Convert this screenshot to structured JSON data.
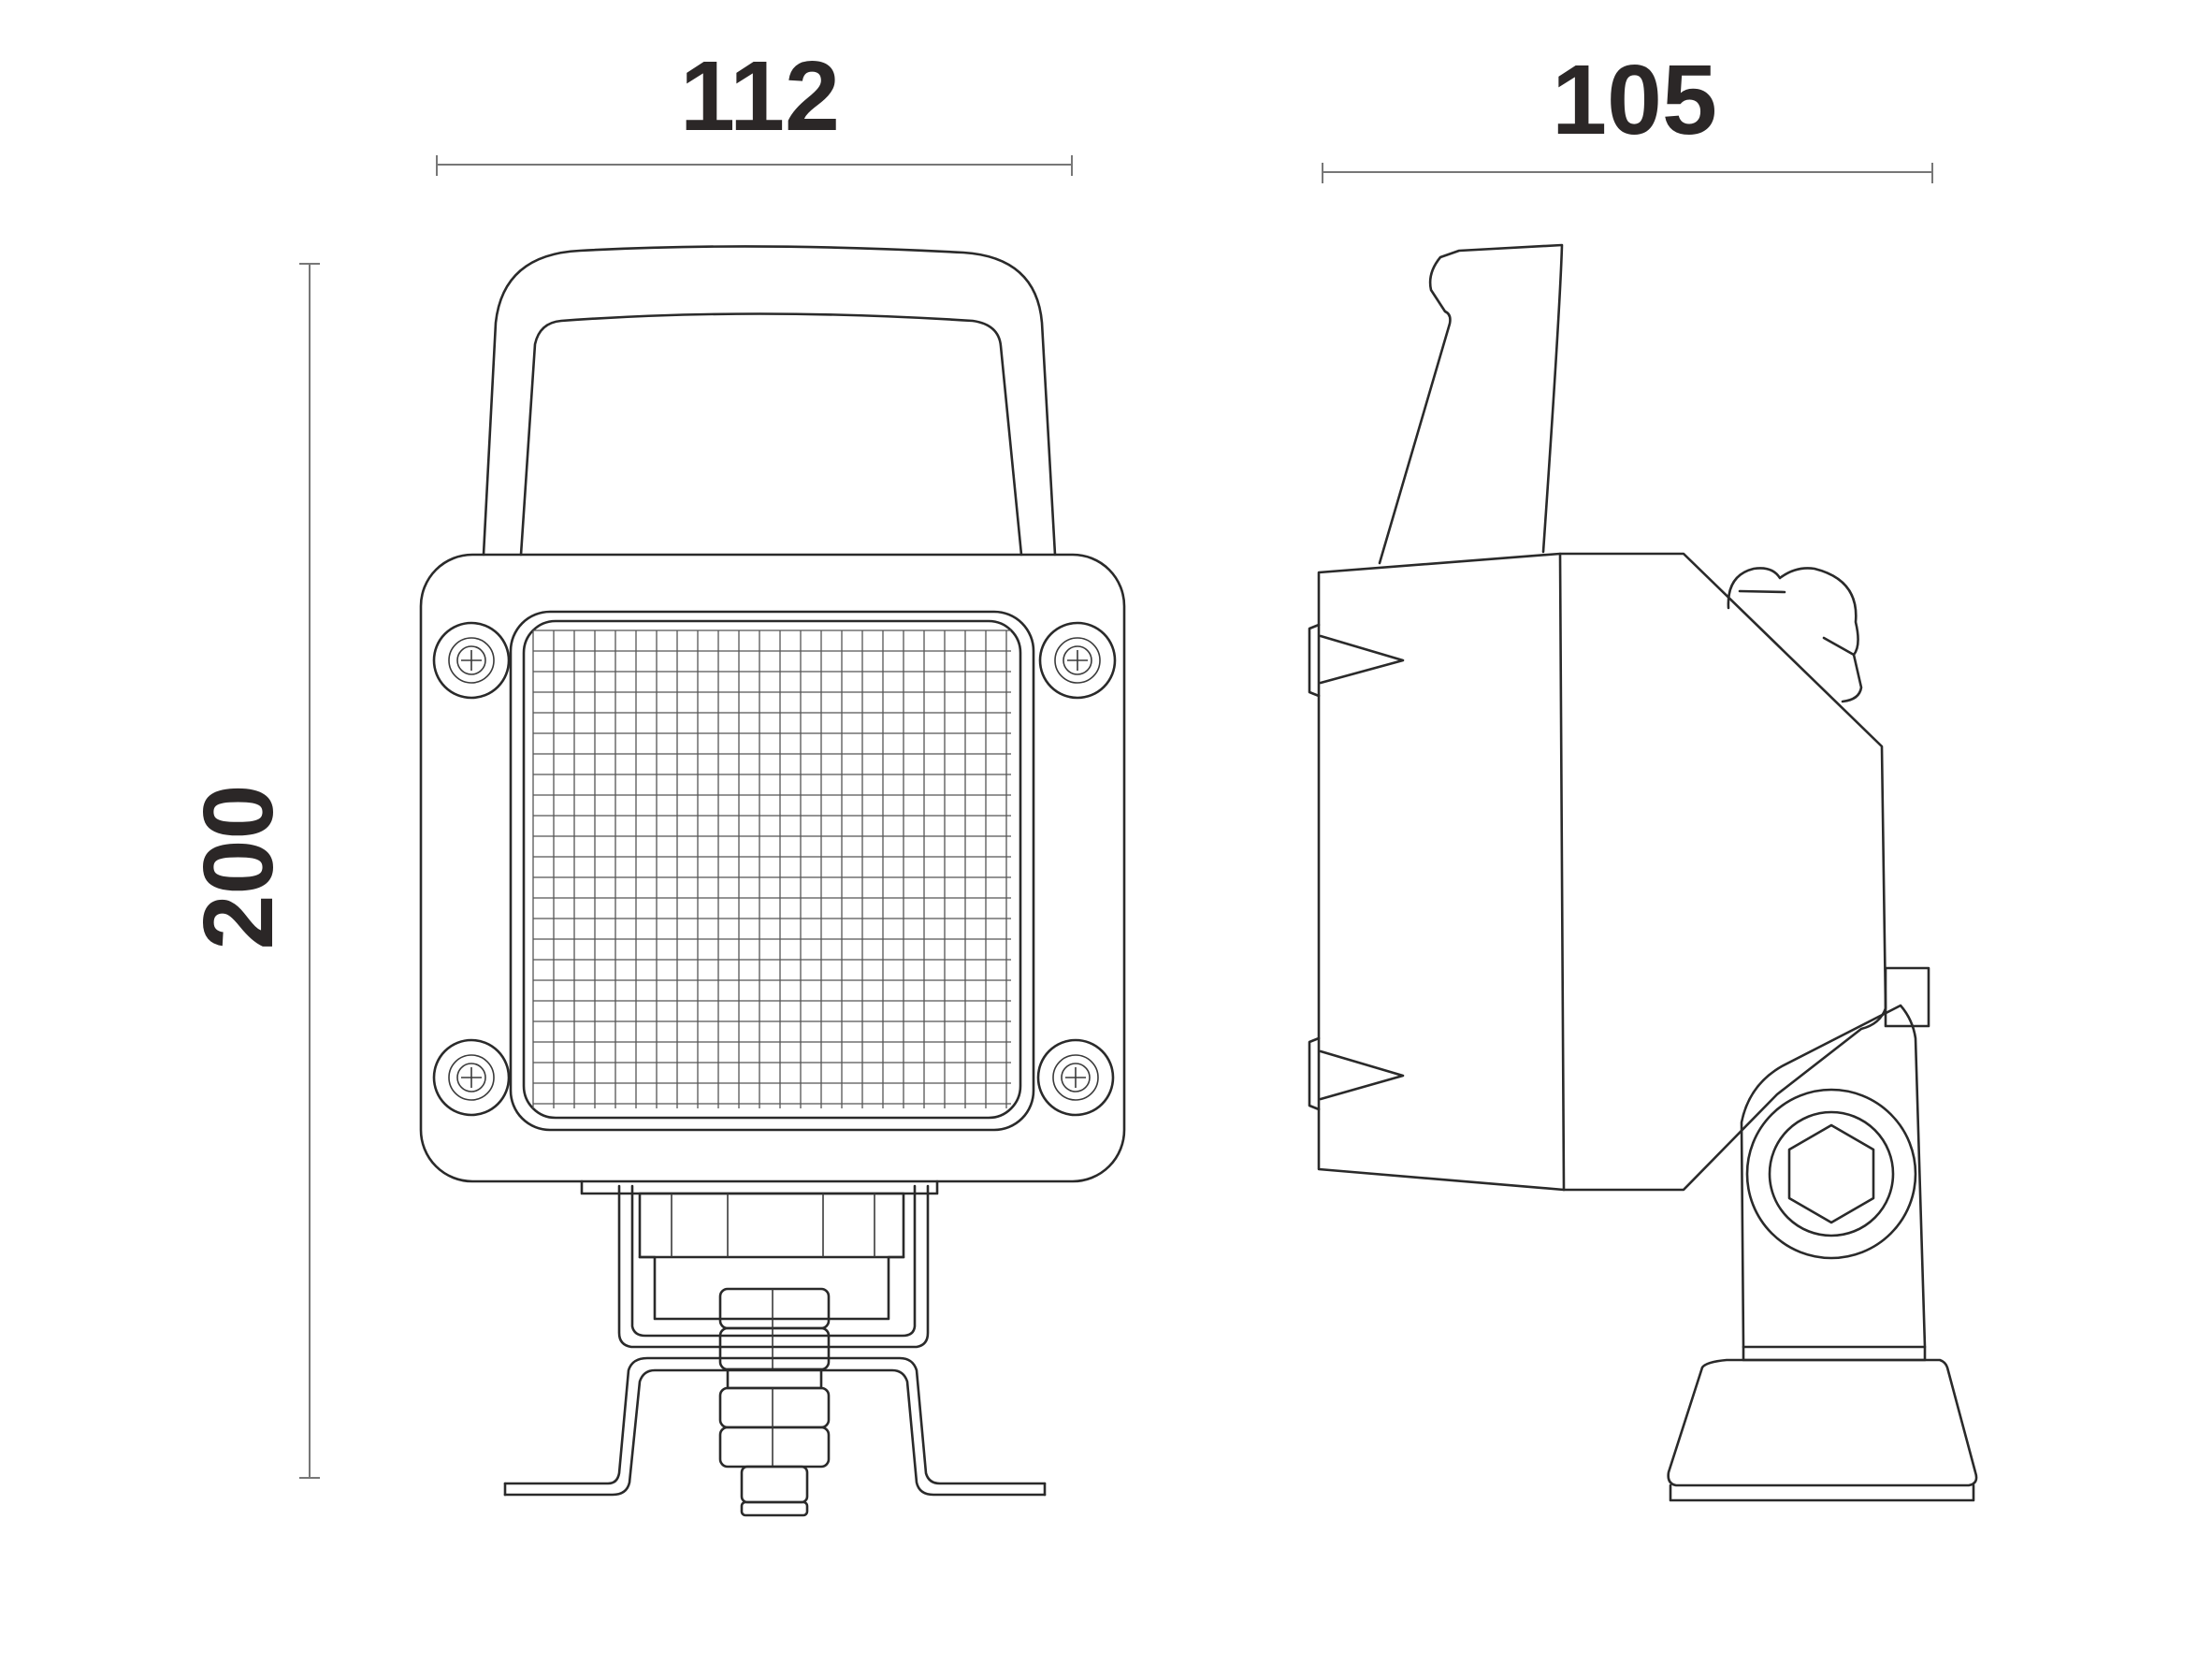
{
  "dimensions": {
    "width": "112",
    "depth": "105",
    "height": "200"
  },
  "colors": {
    "line": "#2a2a2a",
    "label": "#2b2727",
    "dimension_line": "#777777",
    "background": "#ffffff"
  }
}
